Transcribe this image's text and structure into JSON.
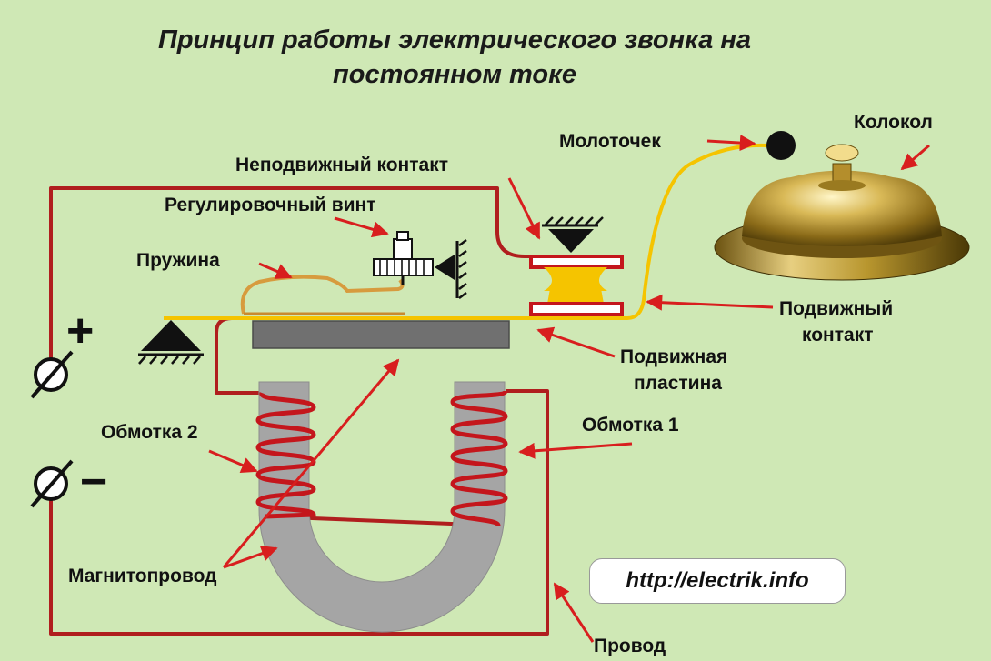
{
  "title": {
    "line1": "Принцип работы электрического звонка на",
    "line2": "постоянном токе"
  },
  "labels": {
    "bell": "Колокол",
    "hammer": "Молоточек",
    "fixed_contact": "Неподвижный контакт",
    "adjusting_screw": "Регулировочный винт",
    "spring": "Пружина",
    "movable_contact_1": "Подвижный",
    "movable_contact_2": "контакт",
    "movable_plate_1": "Подвижная",
    "movable_plate_2": "пластина",
    "winding_1": "Обмотка 1",
    "winding_2": "Обмотка 2",
    "magnetic_core": "Магнитопровод",
    "wire": "Провод"
  },
  "terminals": {
    "plus": "+",
    "minus": "−"
  },
  "url": "http://electrik.info",
  "colors": {
    "background": "#cfe8b5",
    "wire": "#b01e1e",
    "arrow": "#d81e1e",
    "yellow": "#f5c400",
    "core": "#a5a5a5",
    "bell_gold": "#c9a640"
  }
}
